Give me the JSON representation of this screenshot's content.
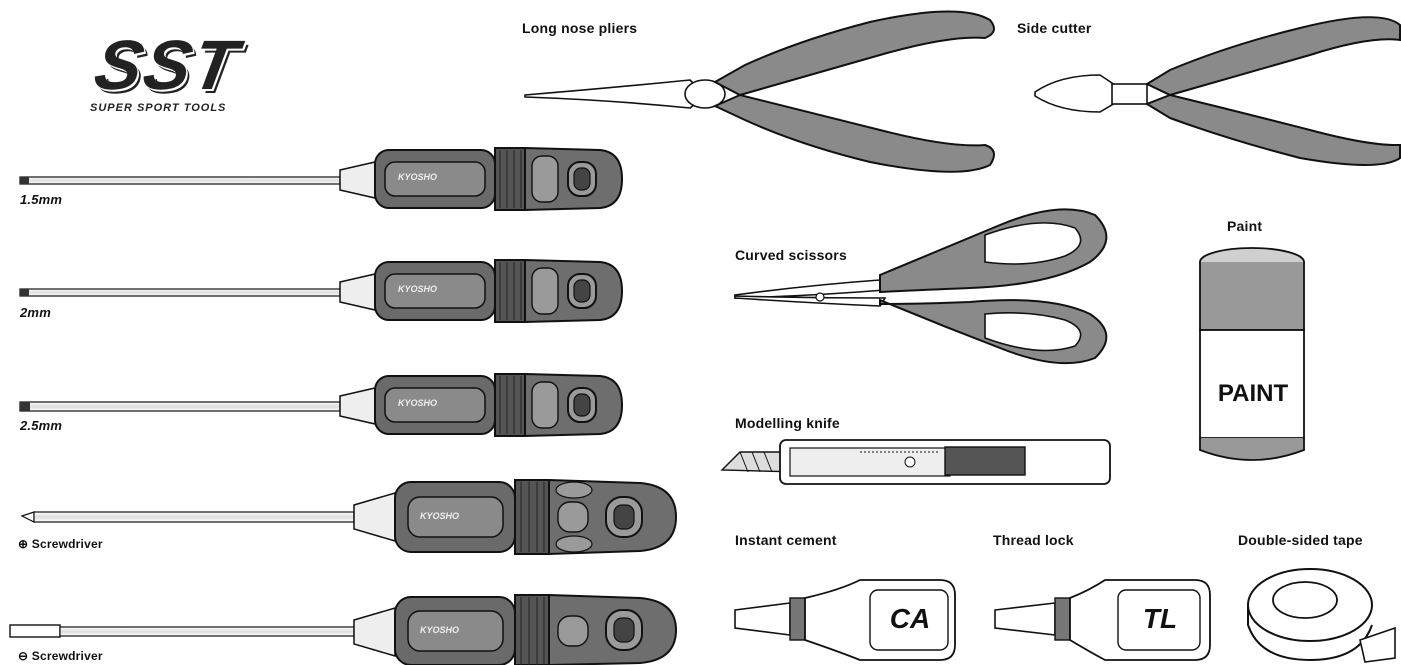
{
  "logo": {
    "text": "SST",
    "sub": "SUPER SPORT TOOLS"
  },
  "drivers": [
    {
      "label": "1.5mm"
    },
    {
      "label": "2mm"
    },
    {
      "label": "2.5mm"
    },
    {
      "label": "⊕ Screwdriver"
    },
    {
      "label": "⊖ Screwdriver"
    }
  ],
  "handle_brand": "KYOSHO",
  "tools": {
    "long_nose_pliers": "Long nose pliers",
    "side_cutter": "Side cutter",
    "curved_scissors": "Curved scissors",
    "paint": "Paint",
    "paint_can_text": "PAINT",
    "modelling_knife": "Modelling knife",
    "instant_cement": "Instant cement",
    "instant_cement_text": "CA",
    "thread_lock": "Thread lock",
    "thread_lock_text": "TL",
    "double_sided_tape": "Double-sided tape"
  },
  "colors": {
    "line": "#111111",
    "grip_dark": "#555555",
    "grip_mid": "#8a8a8a",
    "grip_light": "#bdbdbd"
  }
}
